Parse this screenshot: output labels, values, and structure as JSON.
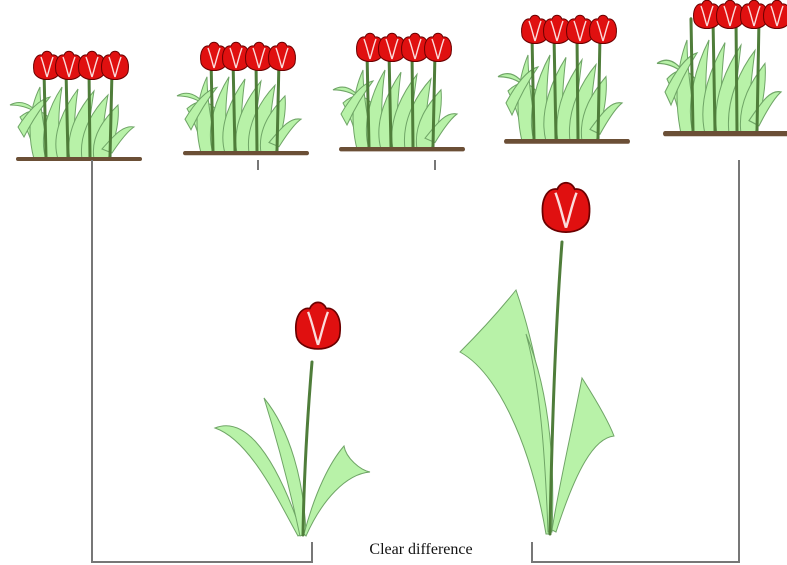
{
  "caption": "Clear difference",
  "colors": {
    "petal": "#e01010",
    "petal_outline": "#6a0000",
    "petal_highlight": "#fbdcdc",
    "leaf": "#b8f2a8",
    "leaf_outline": "#6fa566",
    "stem": "#4f7d3a",
    "soil": "#6b4f36",
    "bracket": "#777777"
  },
  "icons": {
    "flower": "tulip-icon",
    "clump": "tulip-clump-icon"
  },
  "clumps": [
    {
      "flowers": 4
    },
    {
      "flowers": 4
    },
    {
      "flowers": 4
    },
    {
      "flowers": 4
    },
    {
      "flowers": 4
    }
  ]
}
